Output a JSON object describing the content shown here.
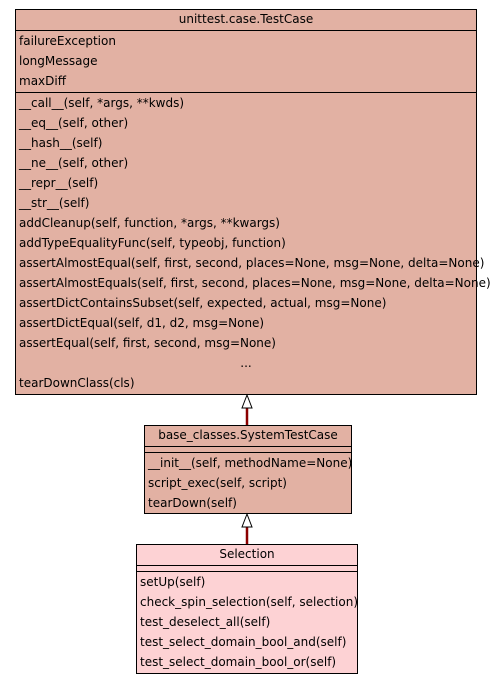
{
  "classes": {
    "testcase": {
      "name": "unittest.case.TestCase",
      "attributes": [
        "failureException",
        "longMessage",
        "maxDiff"
      ],
      "methods": [
        "__call__(self, *args, **kwds)",
        "__eq__(self, other)",
        "__hash__(self)",
        "__ne__(self, other)",
        "__repr__(self)",
        "__str__(self)",
        "addCleanup(self, function, *args, **kwargs)",
        "addTypeEqualityFunc(self, typeobj, function)",
        "assertAlmostEqual(self, first, second, places=None, msg=None, delta=None)",
        "assertAlmostEquals(self, first, second, places=None, msg=None, delta=None)",
        "assertDictContainsSubset(self, expected, actual, msg=None)",
        "assertDictEqual(self, d1, d2, msg=None)",
        "assertEqual(self, first, second, msg=None)"
      ],
      "ellipsis": "...",
      "last_method": "tearDownClass(cls)",
      "fill_color": "#e2b1a3"
    },
    "systemtestcase": {
      "name": "base_classes.SystemTestCase",
      "methods": [
        "__init__(self, methodName=None)",
        "script_exec(self, script)",
        "tearDown(self)"
      ],
      "fill_color": "#e2b1a3"
    },
    "selection": {
      "name": "Selection",
      "methods": [
        "setUp(self)",
        "check_spin_selection(self, selection)",
        "test_deselect_all(self)",
        "test_select_domain_bool_and(self)",
        "test_select_domain_bool_or(self)"
      ],
      "fill_color": "#fdd2d4"
    }
  },
  "edge_color": "#8b0000"
}
